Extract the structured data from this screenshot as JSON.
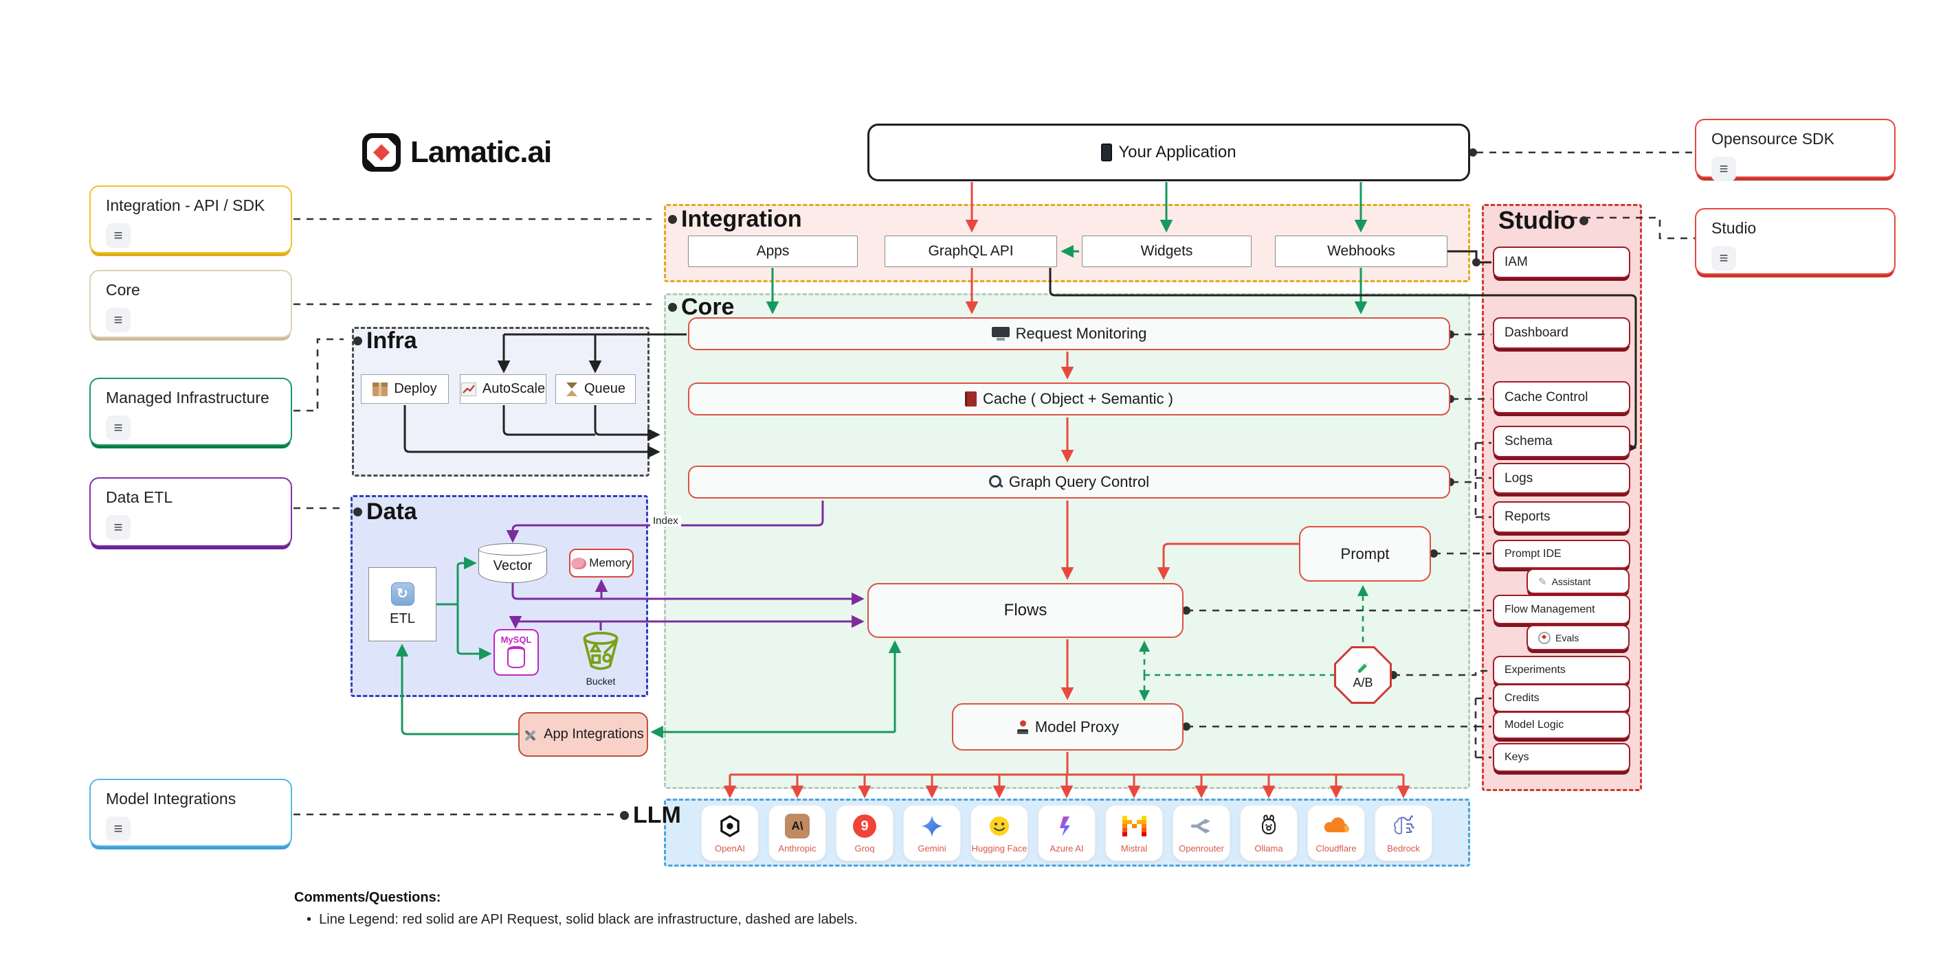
{
  "logo": {
    "text": "Lamatic.ai"
  },
  "app": {
    "label": "Your Application",
    "icon": "mobile-phone-icon"
  },
  "left_cards": [
    {
      "label": "Integration - API / SDK",
      "accent": "#f0c330",
      "icon": "note-icon"
    },
    {
      "label": "Core",
      "accent": "#ddd2b2",
      "icon": "note-icon"
    },
    {
      "label": "Managed Infrastructure",
      "accent": "#169a5f",
      "icon": "note-icon"
    },
    {
      "label": "Data ETL",
      "accent": "#8430a8",
      "icon": "note-icon"
    },
    {
      "label": "Model Integrations",
      "accent": "#57b7ea",
      "icon": "note-icon"
    }
  ],
  "right_cards": [
    {
      "label": "Opensource SDK",
      "accent": "#e8463c",
      "icon": "note-icon"
    },
    {
      "label": "Studio",
      "accent": "#e8463c",
      "icon": "note-icon"
    }
  ],
  "sections": {
    "integration": {
      "label": "Integration",
      "boxes": [
        "Apps",
        "GraphQL API",
        "Widgets",
        "Webhooks"
      ]
    },
    "core": {
      "label": "Core",
      "rows": [
        "Request Monitoring",
        "Cache ( Object + Semantic )",
        "Graph Query Control"
      ],
      "flows": "Flows",
      "prompt": "Prompt",
      "ab": "A/B",
      "model_proxy": "Model Proxy",
      "icons": {
        "request_monitoring": "monitor-icon",
        "cache": "book-icon",
        "graph_query": "magnifier-icon",
        "model_proxy": "joystick-icon",
        "ab": "test-tube-icon"
      }
    },
    "infra": {
      "label": "Infra",
      "boxes": [
        "Deploy",
        "AutoScale",
        "Queue"
      ],
      "icons": [
        "package-icon",
        "chart-up-icon",
        "hourglass-icon"
      ]
    },
    "data": {
      "label": "Data",
      "etl": "ETL",
      "vector": "Vector",
      "memory": "Memory",
      "mysql": "MySQL",
      "bucket": "Bucket",
      "index_label": "Index",
      "icons": {
        "etl": "sync-icon",
        "memory": "brain-icon",
        "bucket": "bucket-icon"
      }
    },
    "llm": {
      "label": "LLM",
      "providers": [
        "OpenAI",
        "Anthropic",
        "Groq",
        "Gemini",
        "Hugging Face",
        "Azure AI",
        "Mistral",
        "Openrouter",
        "Ollama",
        "Cloudflare",
        "Bedrock"
      ]
    },
    "studio": {
      "label": "Studio",
      "items": [
        {
          "label": "IAM"
        },
        {
          "label": "Dashboard"
        },
        {
          "label": "Cache Control"
        },
        {
          "label": "Schema"
        },
        {
          "label": "Logs"
        },
        {
          "label": "Reports"
        },
        {
          "label": "Prompt IDE"
        },
        {
          "label": "Assistant",
          "indent": true,
          "icon": "pen-icon"
        },
        {
          "label": "Flow Management"
        },
        {
          "label": "Evals",
          "indent": true,
          "icon": "eval-icon"
        },
        {
          "label": "Experiments"
        },
        {
          "label": "Credits"
        },
        {
          "label": "Model Logic"
        },
        {
          "label": "Keys"
        }
      ]
    }
  },
  "app_integrations": {
    "label": "App Integrations",
    "icon": "tools-icon"
  },
  "comments": {
    "title": "Comments/Questions:",
    "bullet": "•",
    "line": "Line Legend: red solid are API Request, solid black are infrastructure, dashed are labels."
  },
  "colors": {
    "api_request_line": "#e8493f",
    "infrastructure_line": "#222222",
    "data_line": "#7d2c9e",
    "apps_line": "#18985e",
    "studio_accent": "#cc3b33"
  }
}
